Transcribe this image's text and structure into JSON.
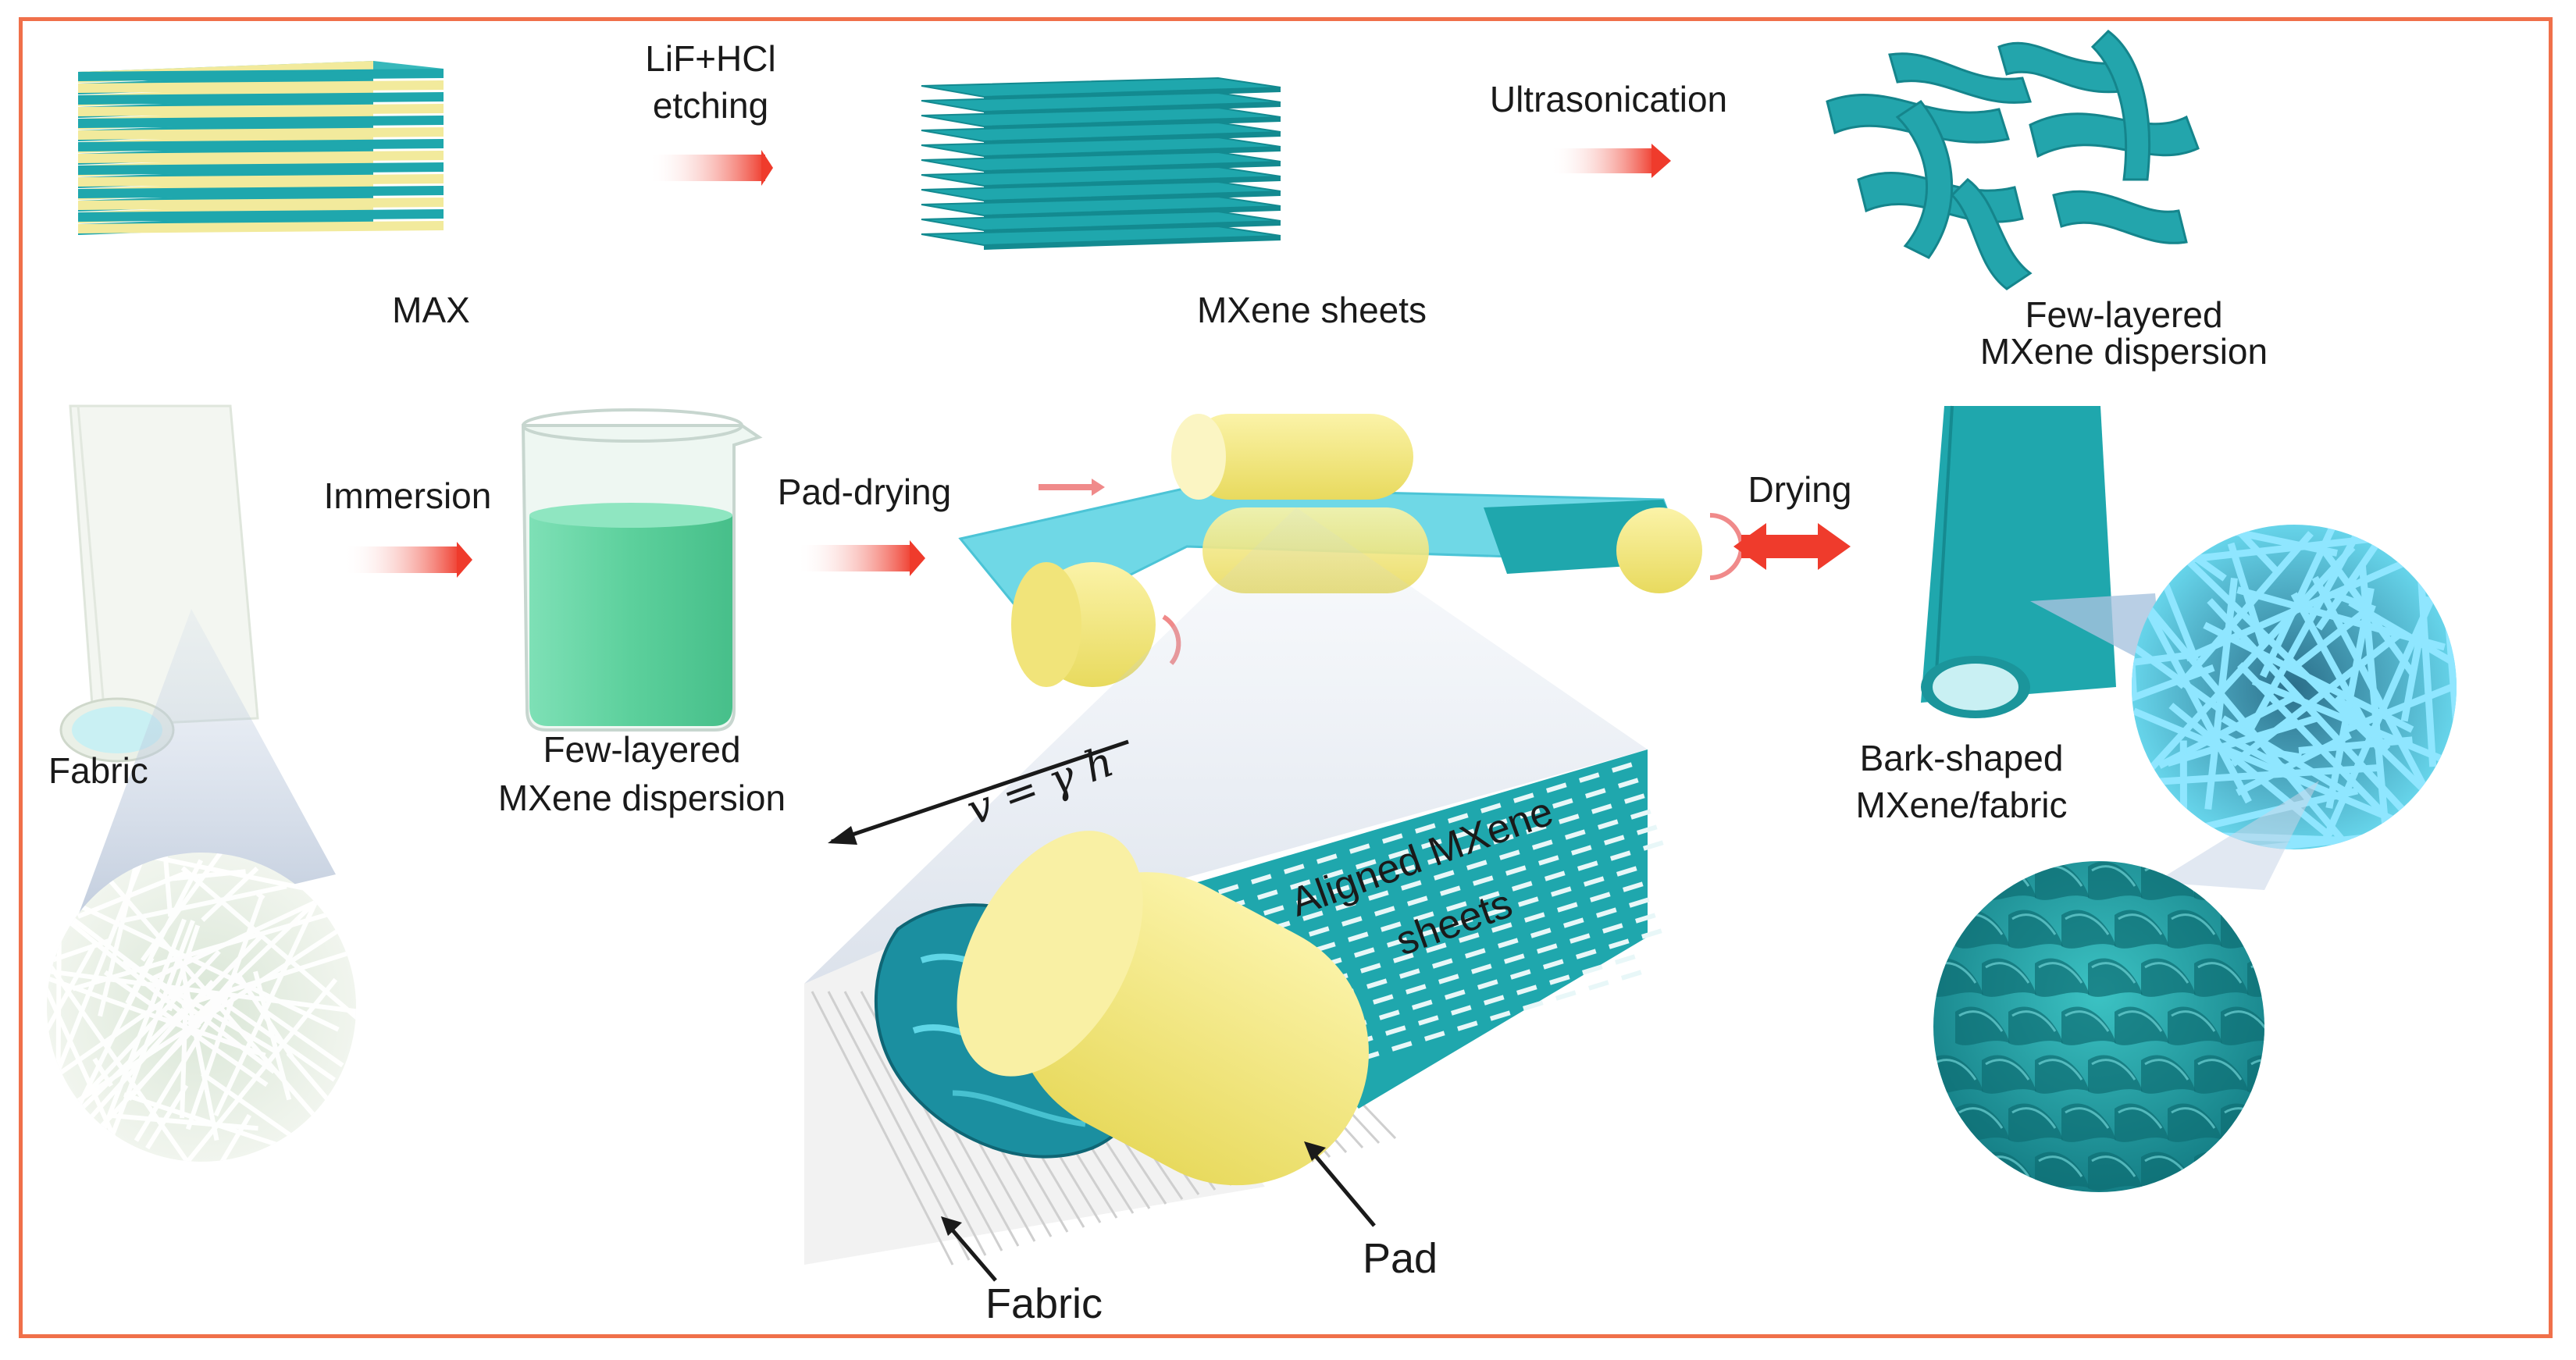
{
  "colors": {
    "frame": "#f0704a",
    "mxene": "#1fa7ad",
    "mxene_dark": "#138a90",
    "max_yellow": "#f2ea9c",
    "roller": "#f6ea7c",
    "liquid": "#5fd4a3",
    "arrow": "#ef3b2c"
  },
  "row1": {
    "max_label": "MAX",
    "step1_line1": "LiF+HCl",
    "step1_line2": "etching",
    "sheets_label": "MXene sheets",
    "step2_label": "Ultrasonication",
    "dispersion_line1": "Few-layered",
    "dispersion_line2": "MXene dispersion"
  },
  "row2": {
    "fabric_label": "Fabric",
    "step3_label": "Immersion",
    "beaker_line1": "Few-layered",
    "beaker_line2": "MXene dispersion",
    "step4_label": "Pad-drying",
    "step5_label": "Drying",
    "product_line1": "Bark-shaped",
    "product_line2": "MXene/fabric"
  },
  "detail": {
    "equation": "v = γ h",
    "aligned_line1": "Aligned MXene",
    "aligned_line2": "sheets",
    "pad_label": "Pad",
    "fabric_label": "Fabric"
  }
}
